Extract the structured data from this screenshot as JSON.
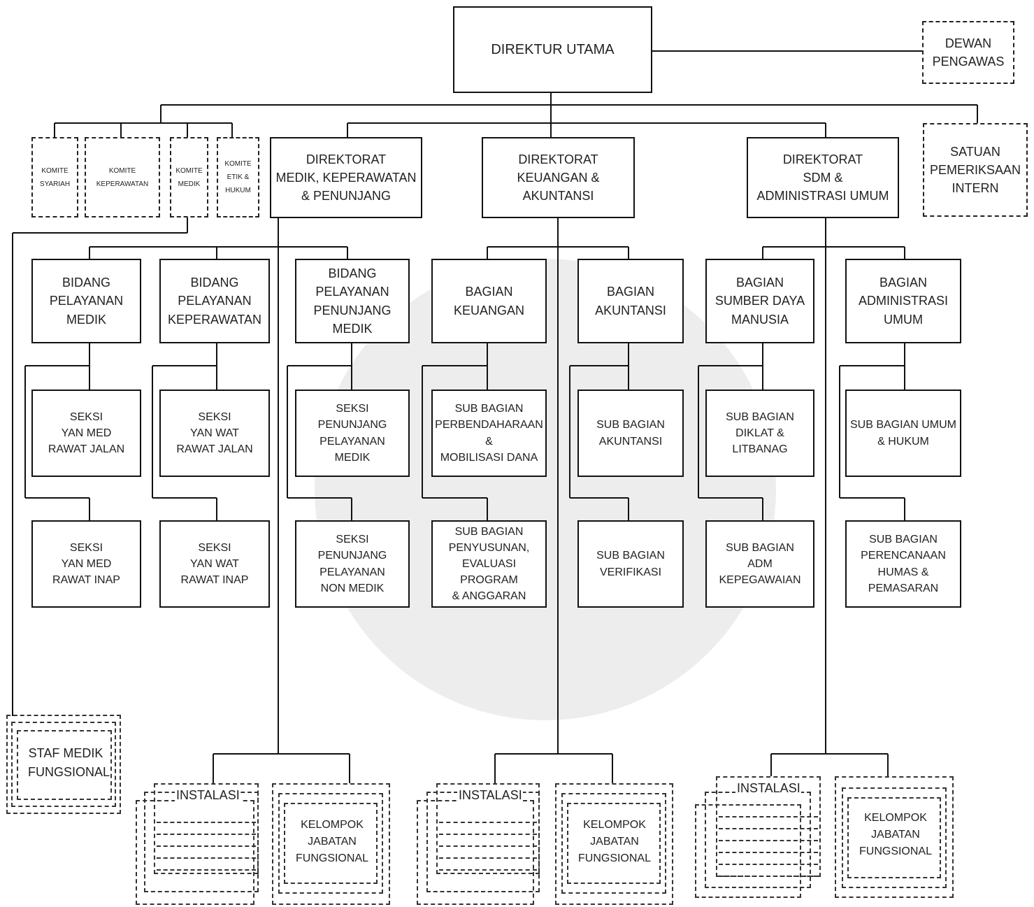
{
  "nodes": {
    "direktur_utama": "DIREKTUR UTAMA",
    "dewan_pengawas": "DEWAN\nPENGAWAS",
    "satuan_pemeriksaan": "SATUAN\nPEMERIKSAAN\nINTERN",
    "komite_syariah": "KOMITE\nSYARIAH",
    "komite_keperawatan": "KOMITE\nKEPERAWATAN",
    "komite_medik": "KOMITE\nMEDIK",
    "komite_etik": "KOMITE\nETIK &\nHUKUM",
    "dir_medik": "DIREKTORAT\nMEDIK, KEPERAWATAN\n& PENUNJANG",
    "dir_keuangan": "DIREKTORAT\nKEUANGAN & AKUNTANSI",
    "dir_sdm": "DIREKTORAT\nSDM &\nADMINISTRASI UMUM",
    "bid_yan_medik": "BIDANG\nPELAYANAN\nMEDIK",
    "bid_yan_kep": "BIDANG\nPELAYANAN\nKEPERAWATAN",
    "bid_penunjang": "BIDANG\nPELAYANAN\nPENUNJANG MEDIK",
    "bag_keuangan": "BAGIAN\nKEUANGAN",
    "bag_akuntansi": "BAGIAN\nAKUNTANSI",
    "bag_sdm": "BAGIAN\nSUMBER DAYA\nMANUSIA",
    "bag_adm": "BAGIAN\nADMINISTRASI\nUMUM",
    "seksi_medrj": "SEKSI\nYAN MED\nRAWAT JALAN",
    "seksi_watrj": "SEKSI\nYAN WAT\nRAWAT JALAN",
    "seksi_penunjang_medik": "SEKSI\nPENUNJANG\nPELAYANAN\nMEDIK",
    "sub_perbendaharaan": "SUB BAGIAN\nPERBENDAHARAAN\n&\nMOBILISASI DANA",
    "sub_akuntansi": "SUB BAGIAN\nAKUNTANSI",
    "sub_diklat": "SUB BAGIAN\nDIKLAT & LITBANAG",
    "sub_umum": "SUB BAGIAN UMUM\n& HUKUM",
    "seksi_medri": "SEKSI\nYAN MED\nRAWAT INAP",
    "seksi_watri": "SEKSI\nYAN WAT\nRAWAT INAP",
    "seksi_nonmedik": "SEKSI\nPENUNJANG\nPELAYANAN\nNON MEDIK",
    "sub_penyusunan": "SUB BAGIAN\nPENYUSUNAN,\nEVALUASI PROGRAM\n& ANGGARAN",
    "sub_verifikasi": "SUB BAGIAN\nVERIFIKASI",
    "sub_kepegawaian": "SUB BAGIAN\nADM KEPEGAWAIAN",
    "sub_perencanaan": "SUB BAGIAN\nPERENCANAAN\nHUMAS &\nPEMASARAN",
    "staf_medik": "STAF MEDIK\nFUNGSIONAL",
    "instalasi_1": "INSTALASI",
    "kelompok_1": "KELOMPOK\nJABATAN\nFUNGSIONAL",
    "instalasi_2": "INSTALASI",
    "kelompok_2": "KELOMPOK\nJABATAN\nFUNGSIONAL",
    "instalasi_3": "INSTALASI",
    "kelompok_3": "KELOMPOK\nJABATAN\nFUNGSIONAL"
  }
}
